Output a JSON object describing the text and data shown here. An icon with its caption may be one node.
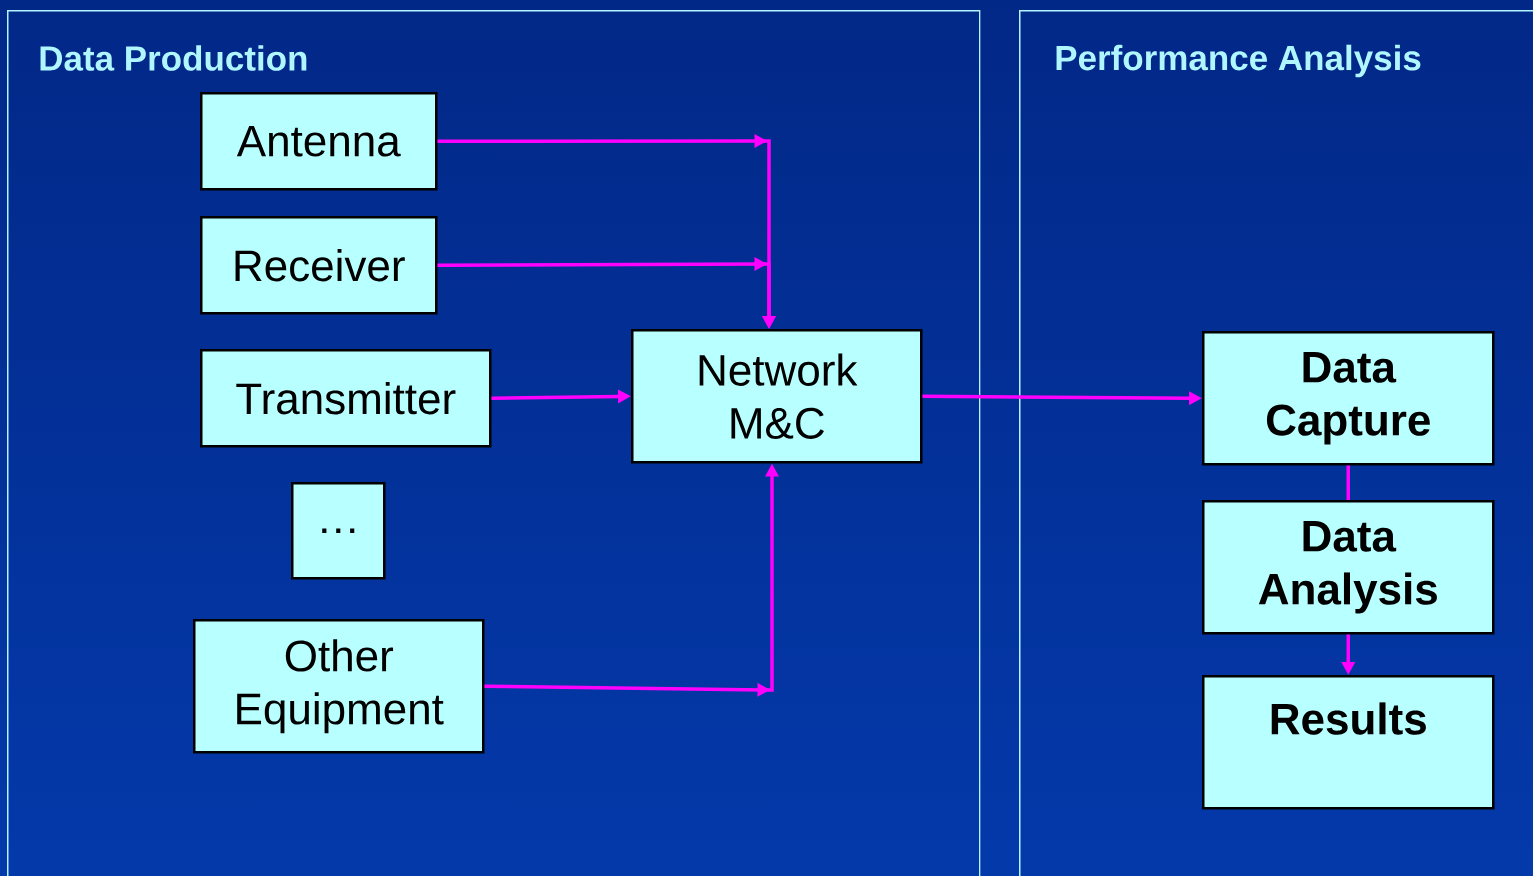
{
  "diagram": {
    "nodes": [
      {
        "text": [
          "Data Production"
        ]
      },
      {
        "text": [
          "Antenna"
        ],
        "in": 0
      },
      {
        "text": [
          "Receiver"
        ],
        "in": 0
      },
      {
        "text": [
          "Transmitter"
        ],
        "in": 0
      },
      {
        "text": [
          "…"
        ],
        "in": 0
      },
      {
        "text": [
          "Other Equipment"
        ],
        "in": 0
      },
      {
        "text": [
          "Network M&C"
        ],
        "in": 0
      },
      {
        "text": [
          "Performance Analysis"
        ]
      },
      {
        "text": [
          "Data Capture"
        ],
        "in": 7
      },
      {
        "text": [
          "Data Analysis"
        ],
        "in": 7
      },
      {
        "text": [
          "Results"
        ],
        "in": 7
      }
    ],
    "edges": [
      {
        "from": 1,
        "to": 6,
        "arrow": "to"
      },
      {
        "from": 2,
        "to": 6,
        "arrow": "to"
      },
      {
        "from": 3,
        "to": 6,
        "arrow": "to"
      },
      {
        "from": 5,
        "to": 6,
        "arrow": "to"
      },
      {
        "from": 6,
        "to": 8,
        "arrow": "to"
      },
      {
        "from": 8,
        "to": 9,
        "arrow": "none"
      },
      {
        "from": 9,
        "to": 10,
        "arrow": "to"
      }
    ]
  }
}
